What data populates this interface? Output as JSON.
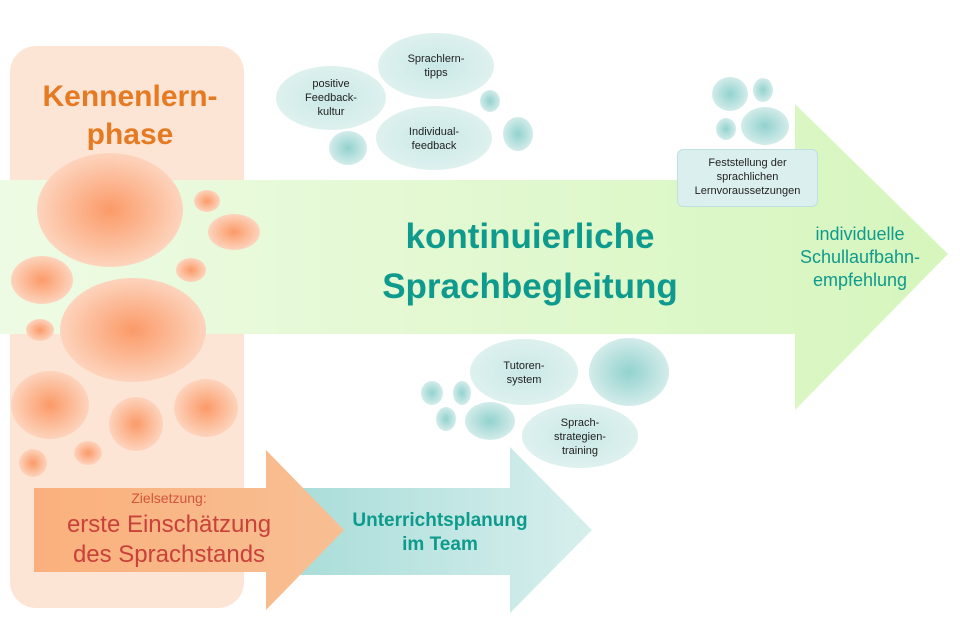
{
  "phase": {
    "title": "Kennenlern-\nphase"
  },
  "main_arrow": {
    "text": "kontinuierliche\nSprachbegleitung"
  },
  "recommendation": {
    "text": "individuelle\nSchullaufbahn-\nempfehlung"
  },
  "assessment_box": {
    "text": "Feststellung der\nsprachlichen\nLernvoraussetzungen"
  },
  "top_bubbles": {
    "feedback_culture": "positive\nFeedback-\nkultur",
    "learning_tips": "Sprachlern-\ntipps",
    "individual_feedback": "Individual-\nfeedback"
  },
  "bottom_bubbles": {
    "tutor_system": "Tutoren-\nsystem",
    "strategy_training": "Sprach-\nstrategien-\ntraining"
  },
  "goal": {
    "label": "Zielsetzung:",
    "text": "erste Einschätzung\ndes Sprachstands"
  },
  "team_arrow": {
    "text": "Unterrichtsplanung\nim Team"
  },
  "colors": {
    "phase_bg": "#fde3d2",
    "main_arrow": "#e6f9d4",
    "teal_text": "#0e9a8c",
    "orange_text": "#e67a22",
    "goal_arrow": "#f9b784",
    "team_arrow": "#b8e3e0"
  }
}
